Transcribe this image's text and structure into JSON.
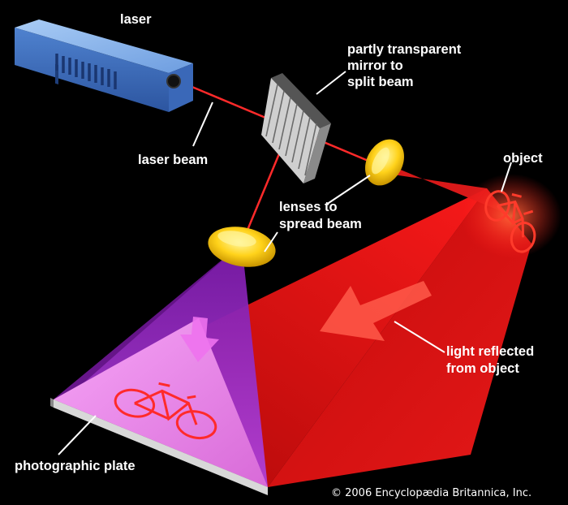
{
  "labels": {
    "laser": "laser",
    "mirror_line1": "partly transparent",
    "mirror_line2": "mirror to",
    "mirror_line3": "split beam",
    "laser_beam": "laser beam",
    "object": "object",
    "lenses_line1": "lenses to",
    "lenses_line2": "spread beam",
    "reflected_line1": "light reflected",
    "reflected_line2": "from object",
    "photographic_plate": "photographic plate"
  },
  "copyright": "© 2006 Encyclopædia Britannica, Inc.",
  "icons": [
    "laser-device-icon",
    "mirror-icon",
    "lens-icon",
    "bicycle-icon",
    "arrow-icon"
  ],
  "colors": {
    "background": "#000000",
    "laser_body": "#5a8fd8",
    "beam": "#ff2a2a",
    "reflected_light": "#e01010",
    "reference_light": "#9a2fd0",
    "lens": "#ffd21a",
    "plate": "#ee88ee",
    "label_text": "#ffffff"
  }
}
